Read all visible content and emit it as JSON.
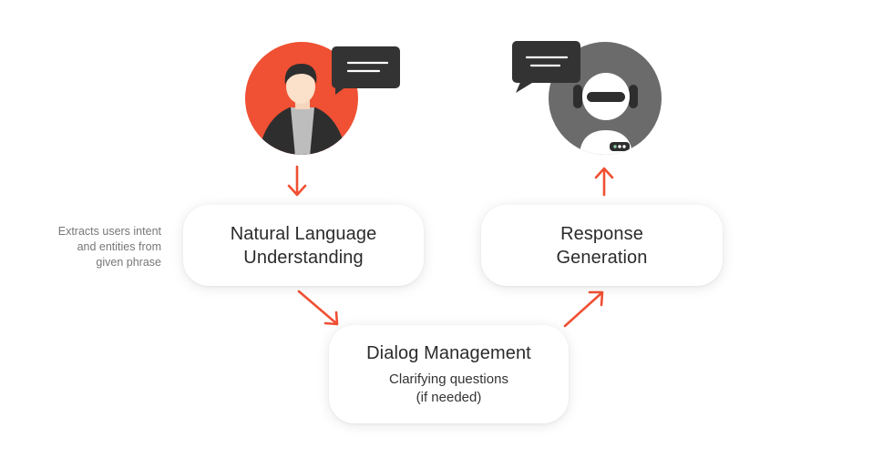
{
  "colors": {
    "accent": "#F05033",
    "bot_gray": "#6B6B6B",
    "bubble_dark": "#333333"
  },
  "icons": {
    "user": "user-avatar-icon",
    "bot": "bot-avatar-icon",
    "bubble": "speech-bubble-icon"
  },
  "nodes": {
    "nlu": {
      "title_line1": "Natural Language",
      "title_line2": "Understanding"
    },
    "rg": {
      "title_line1": "Response",
      "title_line2": "Generation"
    },
    "dm": {
      "title": "Dialog Management",
      "sub_line1": "Clarifying questions",
      "sub_line2": "(if needed)"
    }
  },
  "note": {
    "line1": "Extracts users intent",
    "line2": "and entities from",
    "line3": "given phrase"
  }
}
